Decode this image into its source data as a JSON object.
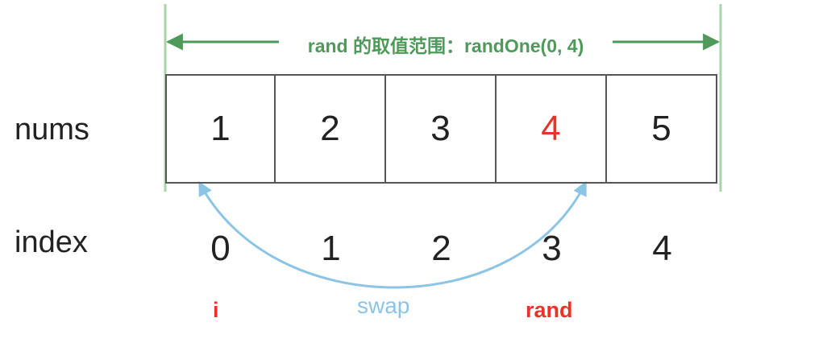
{
  "labels": {
    "nums": "nums",
    "index": "index"
  },
  "nums": [
    "1",
    "2",
    "3",
    "4",
    "5"
  ],
  "indices": [
    "0",
    "1",
    "2",
    "3",
    "4"
  ],
  "highlight_index": 3,
  "range_label": "rand 的取值范围：randOne(0, 4)",
  "markers": {
    "i": "i",
    "rand": "rand"
  },
  "swap_label": "swap",
  "colors": {
    "highlight": "#e8332a",
    "range": "#4f9a5a",
    "swap": "#8cc4e6",
    "border": "#555555",
    "text": "#222222"
  }
}
